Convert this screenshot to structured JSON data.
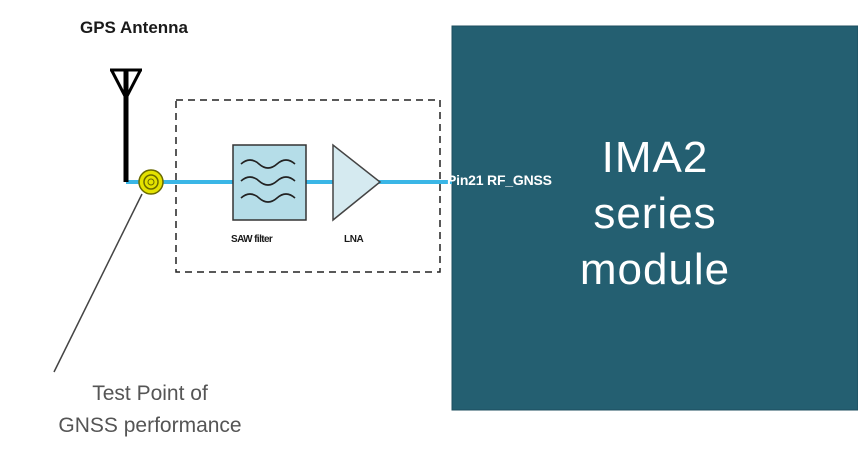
{
  "antenna_title": "GPS Antenna",
  "saw_filter_label": "SAW filter",
  "lna_label": "LNA",
  "pin_label": "Pin21 RF_GNSS",
  "module": {
    "line1": "IMA2",
    "line2": "series",
    "line3": "module"
  },
  "test_point": {
    "line1": "Test Point of",
    "line2": "GNSS performance"
  },
  "colors": {
    "module_fill": "#245f71",
    "rf_trace": "#3ab6e6",
    "filter_fill": "#b5dde8",
    "lna_fill": "#d5eaf0",
    "test_point_fill": "#e4e200",
    "dashed_box": "#222222"
  },
  "icons": {
    "antenna": "antenna-icon",
    "test_point": "coax-test-point-icon",
    "saw_filter": "saw-filter-icon",
    "lna": "amplifier-triangle-icon"
  }
}
